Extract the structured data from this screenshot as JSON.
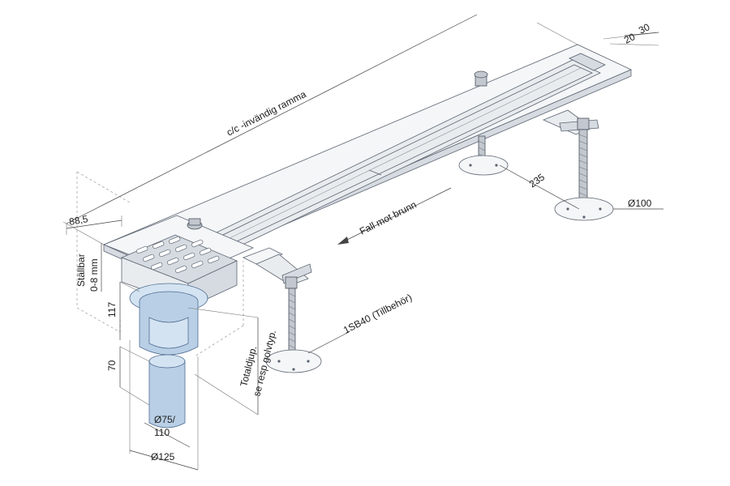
{
  "labels": {
    "cc_frame": "c/c -invändig ramma",
    "slope": "Fall mot brunn",
    "accessory": "1SB40 (Tillbehör)",
    "total_depth_1": "Totaldjup.",
    "total_depth_2": "se resp golvtyp.",
    "adjustable_1": "Ställbar",
    "adjustable_2": "0-8 mm"
  },
  "dimensions": {
    "d30": "30",
    "d20": "20",
    "d235": "235",
    "d100": "Ø100",
    "d88": "88,5",
    "d117": "117",
    "d70": "70",
    "d75a": "Ø75/",
    "d75b": "110",
    "d125": "Ø125"
  },
  "colors": {
    "steel": "#e9ecef",
    "outline": "#5b6470",
    "drain_blue": "#b9cfe6"
  }
}
